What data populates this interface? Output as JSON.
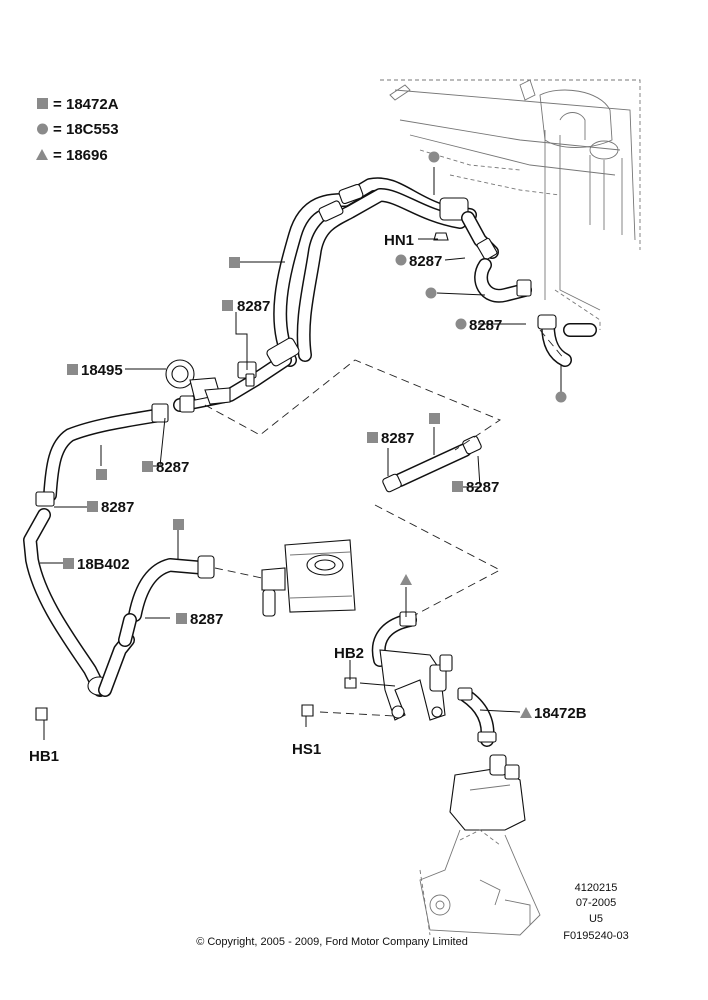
{
  "legend": {
    "square": {
      "symbol": "square",
      "code": "18472A"
    },
    "circle": {
      "symbol": "circle",
      "code": "18C553"
    },
    "triangle": {
      "symbol": "triangle",
      "code": "18696"
    },
    "prefix": "= "
  },
  "colors": {
    "marker": "#8a8a8a",
    "line": "#111111"
  },
  "callouts": {
    "hn1": "HN1",
    "c8287_a": "8287",
    "c8287_b": "8287",
    "c8287_c": "8287",
    "c8287_d": "8287",
    "c8287_e": "8287",
    "c8287_f": "8287",
    "c8287_g": "8287",
    "c8287_h": "8287",
    "c18495": "18495",
    "c18b402": "18B402",
    "hb1": "HB1",
    "hb2": "HB2",
    "hs1": "HS1",
    "c18472b": "18472B"
  },
  "footer": {
    "ref1": "4120215",
    "ref2": "07-2005",
    "ref3": "U5",
    "ref4": "F0195240-03",
    "copyright": "© Copyright, 2005 - 2009, Ford Motor Company Limited"
  }
}
